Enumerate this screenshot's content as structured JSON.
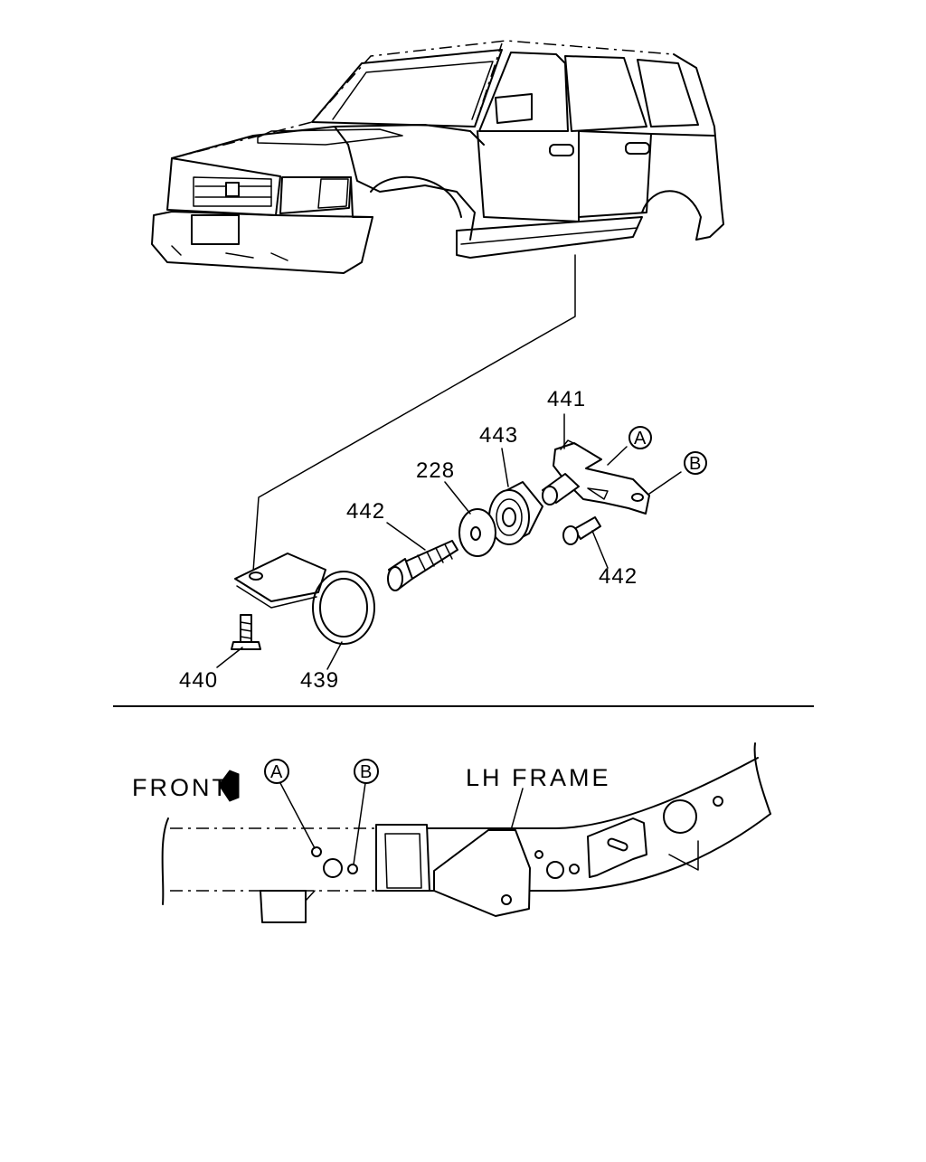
{
  "diagram": {
    "part_labels": {
      "p441": "441",
      "p443": "443",
      "p228": "228",
      "p442_bolt": "442",
      "p442_small": "442",
      "p440": "440",
      "p439": "439"
    },
    "callouts": {
      "a": "A",
      "b": "B"
    },
    "frame": {
      "front_label": "FRONT",
      "frame_label": "LH FRAME",
      "callout_a": "A",
      "callout_b": "B"
    }
  }
}
